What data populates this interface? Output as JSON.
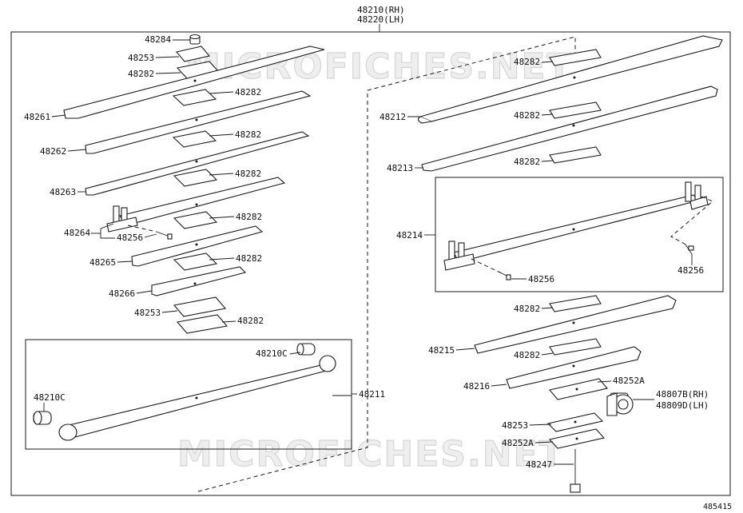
{
  "header": {
    "part_rh": "48210(RH)",
    "part_lh": "48220(LH)"
  },
  "watermark": "MICROFICHES.NET",
  "figure_number": "485415",
  "labels": {
    "p48284": "48284",
    "p48253_top": "48253",
    "p48282_top": "48282",
    "p48261": "48261",
    "p48282_a": "48282",
    "p48262": "48262",
    "p48282_b": "48282",
    "p48263": "48263",
    "p48282_c": "48282",
    "p48264": "48264",
    "p48256_left": "48256",
    "p48282_d": "48282",
    "p48265": "48265",
    "p48282_e": "48282",
    "p48266": "48266",
    "p48253_mid": "48253",
    "p48282_f": "48282",
    "p48210C_top": "48210C",
    "p48210C_left": "48210C",
    "p48211": "48211",
    "p48282_r1": "48282",
    "p48212": "48212",
    "p48282_r2": "48282",
    "p48213": "48213",
    "p48282_r3": "48282",
    "p48214": "48214",
    "p48256_r1": "48256",
    "p48256_r2": "48256",
    "p48282_r4": "48282",
    "p48215": "48215",
    "p48282_r5": "48282",
    "p48216": "48216",
    "p48252A_a": "48252A",
    "p48807B": "48807B(RH)",
    "p48809D": "48809D(LH)",
    "p48253_r": "48253",
    "p48252A_b": "48252A",
    "p48247": "48247"
  }
}
